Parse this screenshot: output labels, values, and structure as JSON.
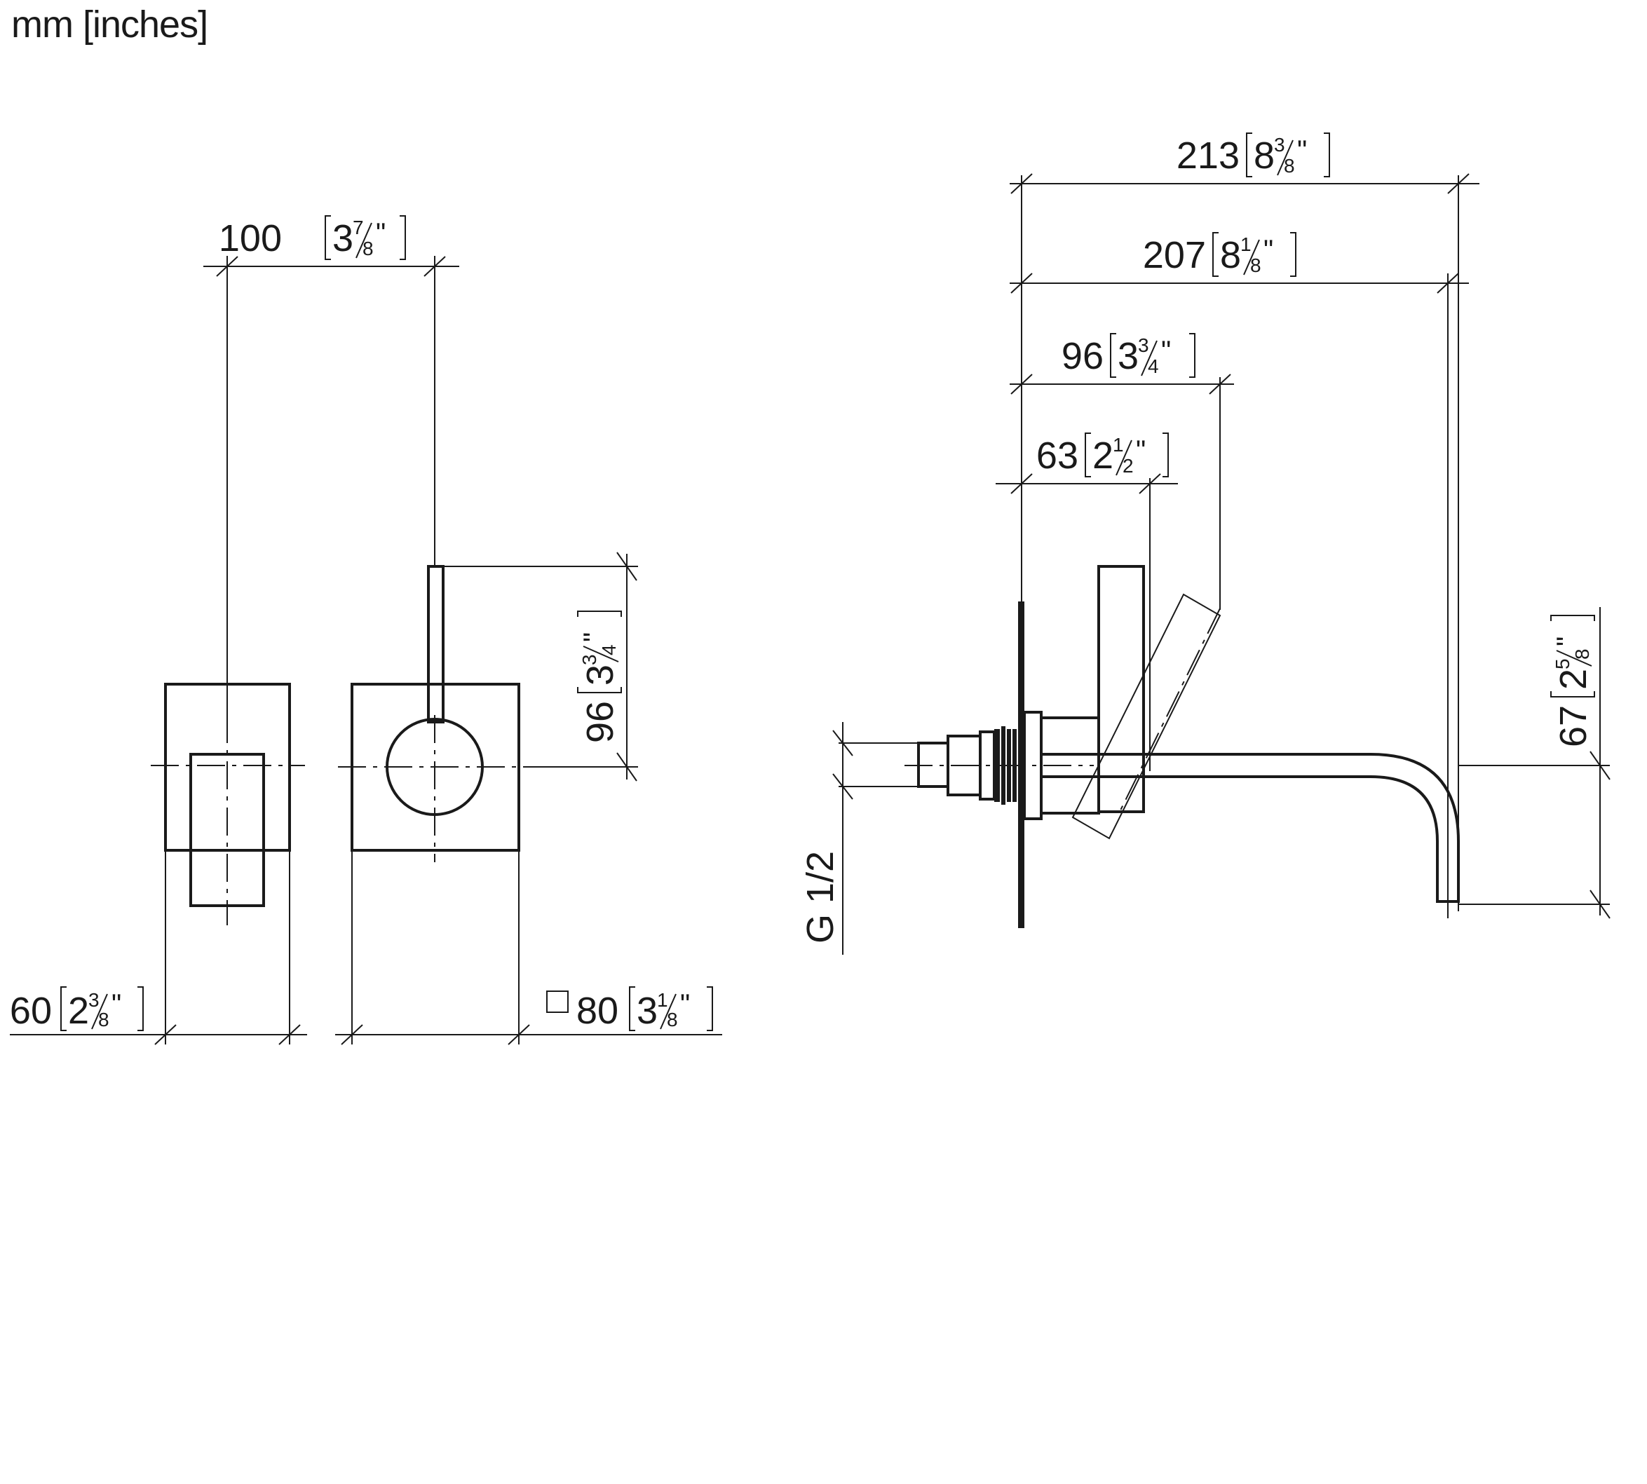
{
  "units_label": "mm [inches]",
  "dimensions": {
    "spacing": {
      "mm": "100",
      "whole": "3",
      "num": "7",
      "den": "8"
    },
    "depth_front": {
      "mm": "60",
      "whole": "2",
      "num": "3",
      "den": "8"
    },
    "plate_square": {
      "mm": "80",
      "whole": "3",
      "num": "1",
      "den": "8"
    },
    "lever_height": {
      "mm": "96",
      "whole": "3",
      "num": "3",
      "den": "4"
    },
    "spout_total": {
      "mm": "213",
      "whole": "8",
      "num": "3",
      "den": "8"
    },
    "spout_reach": {
      "mm": "207",
      "whole": "8",
      "num": "1",
      "den": "8"
    },
    "lever_reach": {
      "mm": "96",
      "whole": "3",
      "num": "3",
      "den": "4"
    },
    "body_depth": {
      "mm": "63",
      "whole": "2",
      "num": "1",
      "den": "2"
    },
    "spout_drop": {
      "mm": "67",
      "whole": "2",
      "num": "5",
      "den": "8"
    }
  },
  "thread_label": "G 1/2",
  "square_symbol": "□"
}
